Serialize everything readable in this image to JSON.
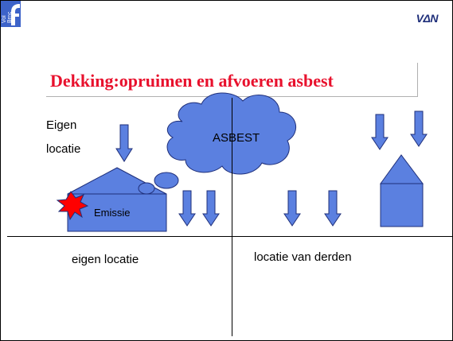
{
  "header": {
    "left_logo_text": "Vol Brnc",
    "right_brand": "VΔN"
  },
  "slide": {
    "title": "Dekking:opruimen en afvoeren asbest",
    "label_eigen": "Eigen",
    "label_locatie": "locatie",
    "cloud_label": "ASBEST",
    "emissie_label": "Emissie",
    "bottom_left": "eigen locatie",
    "bottom_right": "locatie van derden"
  },
  "colors": {
    "shape_fill": "#5b80e0",
    "shape_stroke": "#1f2f7a",
    "title_red": "#e8112d",
    "burst_red": "#ff0000"
  }
}
